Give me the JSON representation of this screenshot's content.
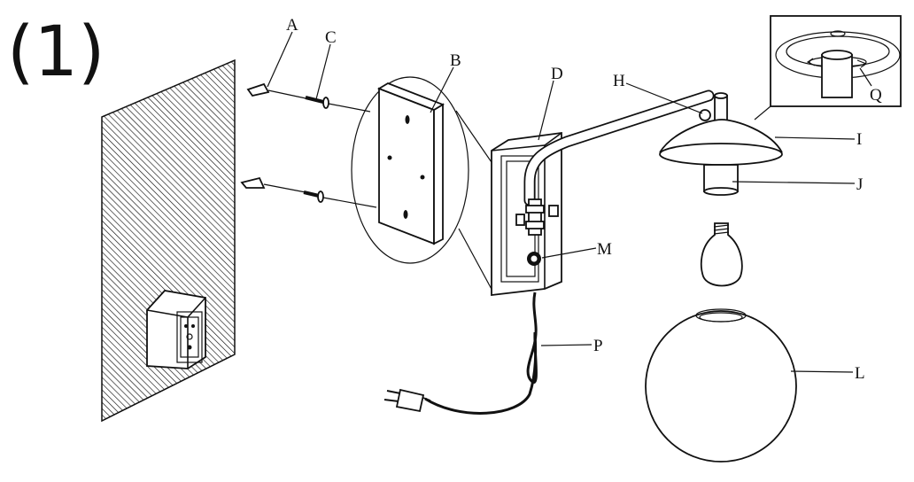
{
  "step_number": "(1)",
  "parts": {
    "A": "A",
    "B": "B",
    "C": "C",
    "D": "D",
    "H": "H",
    "I": "I",
    "J": "J",
    "L": "L",
    "M": "M",
    "P": "P",
    "Q": "Q"
  }
}
